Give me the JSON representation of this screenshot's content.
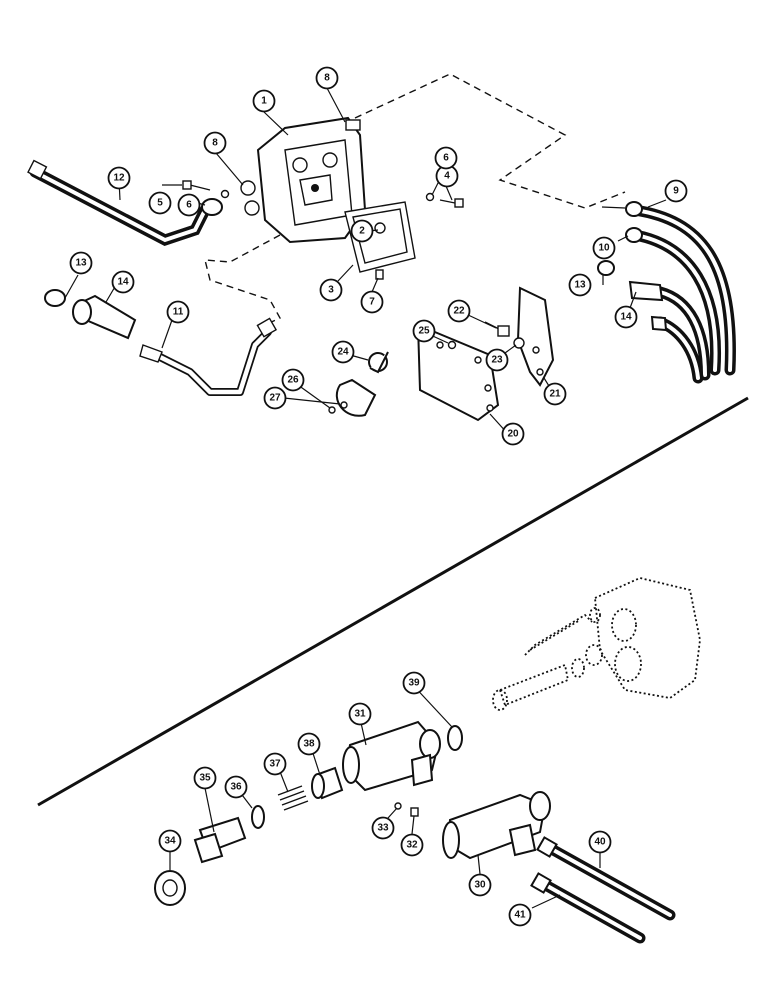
{
  "callouts": [
    {
      "id": "c1",
      "label": "1"
    },
    {
      "id": "c2",
      "label": "2"
    },
    {
      "id": "c3",
      "label": "3"
    },
    {
      "id": "c4",
      "label": "4"
    },
    {
      "id": "c5",
      "label": "5"
    },
    {
      "id": "c6a",
      "label": "6"
    },
    {
      "id": "c6b",
      "label": "6"
    },
    {
      "id": "c7",
      "label": "7"
    },
    {
      "id": "c8a",
      "label": "8"
    },
    {
      "id": "c8b",
      "label": "8"
    },
    {
      "id": "c9",
      "label": "9"
    },
    {
      "id": "c10",
      "label": "10"
    },
    {
      "id": "c11",
      "label": "11"
    },
    {
      "id": "c12",
      "label": "12"
    },
    {
      "id": "c13a",
      "label": "13"
    },
    {
      "id": "c13b",
      "label": "13"
    },
    {
      "id": "c14a",
      "label": "14"
    },
    {
      "id": "c14b",
      "label": "14"
    },
    {
      "id": "c20",
      "label": "20"
    },
    {
      "id": "c21",
      "label": "21"
    },
    {
      "id": "c22",
      "label": "22"
    },
    {
      "id": "c23",
      "label": "23"
    },
    {
      "id": "c24",
      "label": "24"
    },
    {
      "id": "c25",
      "label": "25"
    },
    {
      "id": "c26",
      "label": "26"
    },
    {
      "id": "c27",
      "label": "27"
    },
    {
      "id": "c30",
      "label": "30"
    },
    {
      "id": "c31",
      "label": "31"
    },
    {
      "id": "c32",
      "label": "32"
    },
    {
      "id": "c33",
      "label": "33"
    },
    {
      "id": "c34",
      "label": "34"
    },
    {
      "id": "c35",
      "label": "35"
    },
    {
      "id": "c36",
      "label": "36"
    },
    {
      "id": "c37",
      "label": "37"
    },
    {
      "id": "c38",
      "label": "38"
    },
    {
      "id": "c39",
      "label": "39"
    },
    {
      "id": "c40",
      "label": "40"
    },
    {
      "id": "c41",
      "label": "41"
    }
  ]
}
